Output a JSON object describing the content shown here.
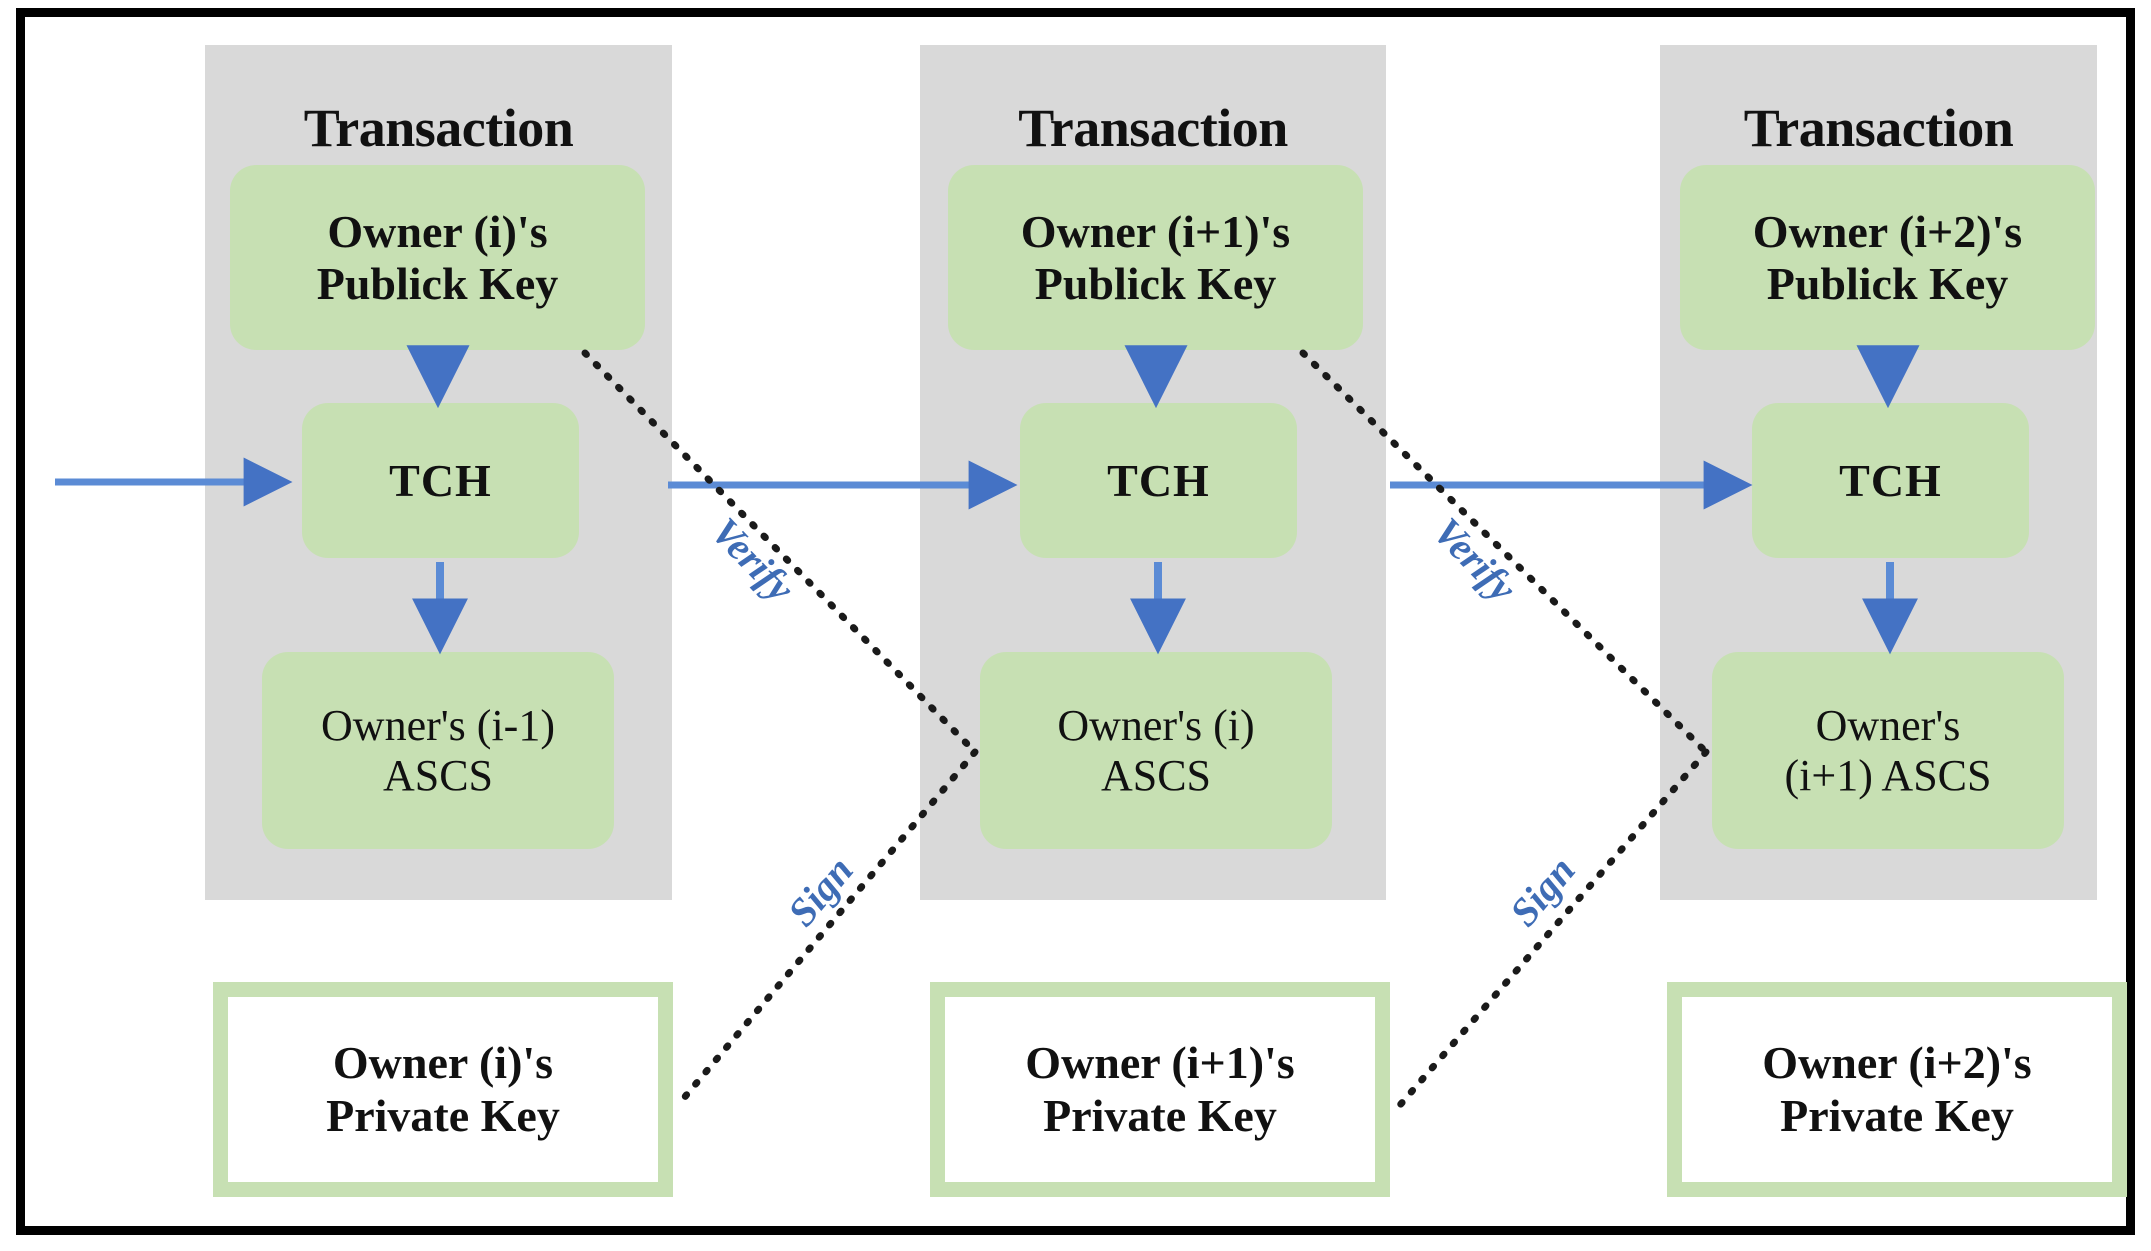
{
  "diagram": {
    "title": "Blockchain transaction chain of ownership",
    "colors": {
      "frame": "#000000",
      "panel_gray": "#D9D9D9",
      "box_green": "#C7E0B3",
      "arrow_blue": "#4472C4",
      "label_blue": "#3E6CB5",
      "text_black": "#111111",
      "private_box_fill": "#FFFFFF"
    },
    "transactions": [
      {
        "panel_title": "Transaction",
        "public_key": "Owner (i)'s\nPublick Key",
        "public_key_line1": "Owner (i)'s",
        "public_key_line2": "Publick Key",
        "hash": "TCH",
        "signature_line1": "Owner's (i-1)",
        "signature_line2": "ASCS",
        "private_key_line1": "Owner (i)'s",
        "private_key_line2": "Private Key"
      },
      {
        "panel_title": "Transaction",
        "public_key": "Owner (i+1)'s\nPublick Key",
        "public_key_line1": "Owner (i+1)'s",
        "public_key_line2": "Publick Key",
        "hash": "TCH",
        "signature_line1": "Owner's (i)",
        "signature_line2": "ASCS",
        "private_key_line1": "Owner (i+1)'s",
        "private_key_line2": "Private Key"
      },
      {
        "panel_title": "Transaction",
        "public_key": "Owner (i+2)'s\nPublick Key",
        "public_key_line1": "Owner (i+2)'s",
        "public_key_line2": "Publick Key",
        "hash": "TCH",
        "signature_line1": "Owner's",
        "signature_line2": "(i+1) ASCS",
        "private_key_line1": "Owner (i+2)'s",
        "private_key_line2": "Private Key"
      }
    ],
    "edge_labels": {
      "verify_1": "Verify",
      "sign_1": "Sign",
      "verify_2": "Verify",
      "sign_2": "Sign"
    }
  }
}
